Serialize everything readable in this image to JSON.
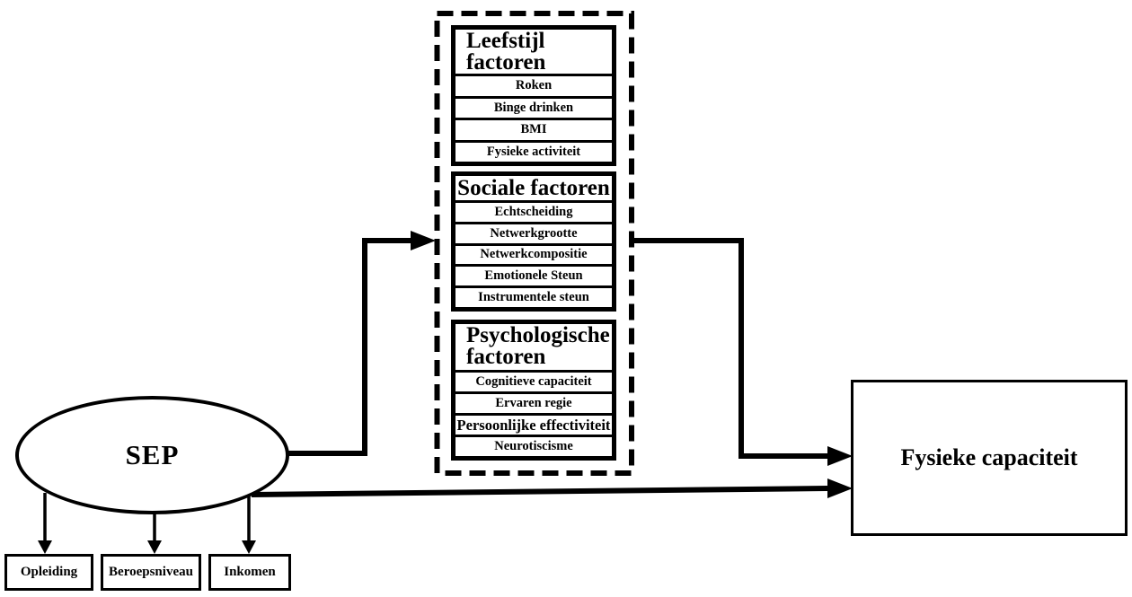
{
  "diagram": {
    "title_implicit": "Conceptueel model SEP en fysieke capaciteit",
    "sep": {
      "label": "SEP"
    },
    "indicators": [
      "Opleiding",
      "Beroepsniveau",
      "Inkomen"
    ],
    "groups": [
      {
        "title": "Leefstijl factoren",
        "items": [
          "Roken",
          "Binge drinken",
          "BMI",
          "Fysieke activiteit"
        ]
      },
      {
        "title": "Sociale factoren",
        "items": [
          "Echtscheiding",
          "Netwerkgrootte",
          "Netwerkcompositie",
          "Emotionele Steun",
          "Instrumentele steun"
        ]
      },
      {
        "title": "Psychologische factoren",
        "items": [
          "Cognitieve capaciteit",
          "Ervaren regie",
          "Persoonlijke effectiviteit",
          "Neurotiscisme"
        ]
      }
    ],
    "outcome": {
      "label": "Fysieke capaciteit"
    },
    "colors": {
      "ink": "#000000",
      "background": "#ffffff"
    }
  }
}
